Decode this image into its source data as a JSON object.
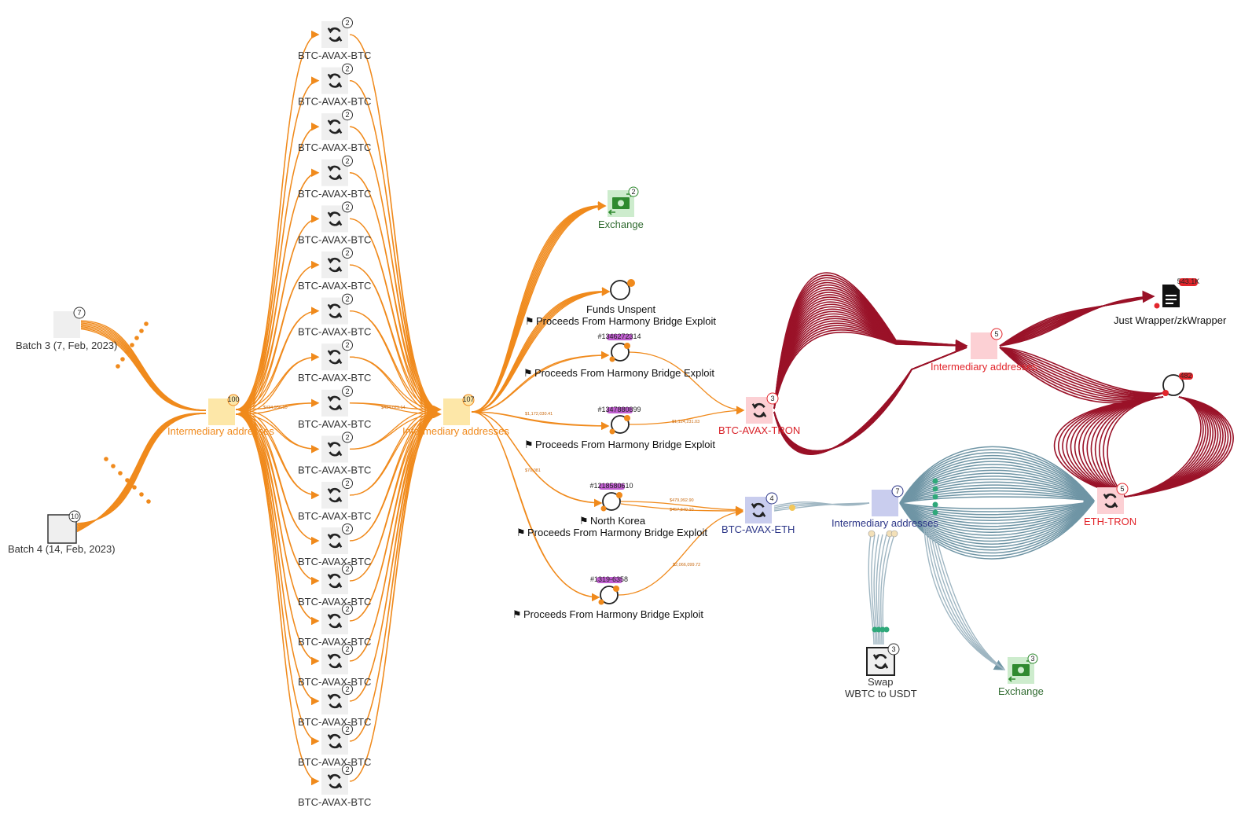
{
  "colors": {
    "orange": "#f08a1c",
    "orange_light": "#fde7a8",
    "crimson": "#9a1228",
    "red_text": "#e2262c",
    "pink_bg": "#fcd0d4",
    "navy": "#2b3587",
    "lavender_bg": "#c9cdee",
    "teal_edge": "#6f95a5",
    "green": "#2f8a2f",
    "green_bg": "#cdeccd",
    "gray_node": "#efefef"
  },
  "batches": [
    {
      "label": "Batch 3 (7, Feb, 2023)",
      "badge": "7"
    },
    {
      "label": "Batch 4 (14, Feb, 2023)",
      "badge": "10"
    }
  ],
  "intermediary_1": {
    "label": "Intermediary addresses",
    "badge": "100"
  },
  "intermediary_2": {
    "label": "Intermediary addresses",
    "badge": "107"
  },
  "btc_avax_btc": {
    "label": "BTC-AVAX-BTC",
    "count": 18,
    "badge": "2",
    "icon": "swap-arrows-icon"
  },
  "exchange_top": {
    "label": "Exchange",
    "badge": "2",
    "icon": "cash-exchange-icon"
  },
  "funds_unspent": {
    "label": "Funds Unspent"
  },
  "harmony_flags": [
    "Proceeds From Harmony Bridge Exploit",
    "Proceeds From Harmony Bridge Exploit",
    "Proceeds From Harmony Bridge Exploit",
    "Proceeds From Harmony Bridge Exploit",
    "Proceeds From Harmony Bridge Exploit"
  ],
  "north_korea": {
    "label": "North Korea"
  },
  "tags": [
    "#1346272314",
    "#1347880899",
    "#1218580610",
    "#1319-6358"
  ],
  "btc_avax_tron": {
    "label": "BTC-AVAX-TRON",
    "badge": "3"
  },
  "btc_avax_eth": {
    "label": "BTC-AVAX-ETH",
    "badge": "4"
  },
  "intermediary_red": {
    "label": "Intermediary addresses",
    "badge": "5"
  },
  "intermediary_blue": {
    "label": "Intermediary addresses",
    "badge": "7"
  },
  "eth_tron": {
    "label": "ETH-TRON",
    "badge": "5"
  },
  "just_wrapper": {
    "label": "Just Wrapper/zkWrapper",
    "badge": "543.1K",
    "icon": "document-icon"
  },
  "loop_red": {
    "badge": "482"
  },
  "swap": {
    "line1": "Swap",
    "line2": "WBTC to USDT",
    "badge": "3"
  },
  "exchange_bottom": {
    "label": "Exchange",
    "badge": "3",
    "icon": "cash-exchange-icon"
  },
  "edge_amounts": [
    "$434,956.10",
    "$434,021.14",
    "$1,172,030.41",
    "$1,124,231.03",
    "$479,992.90",
    "$457,840.10",
    "$2,066,099.72",
    "$70,081"
  ]
}
